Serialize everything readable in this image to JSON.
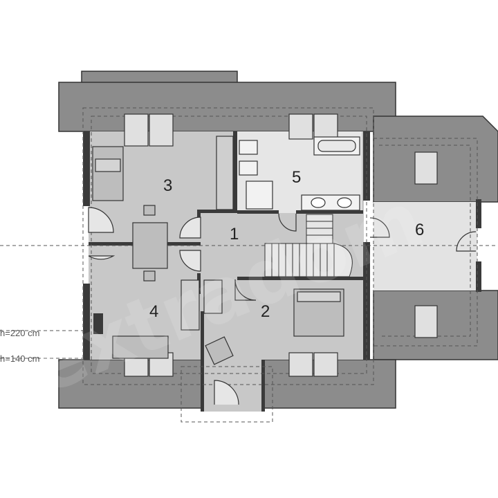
{
  "plan": {
    "rooms": [
      {
        "id": "room-1",
        "number": "1"
      },
      {
        "id": "room-2",
        "number": "2"
      },
      {
        "id": "room-3",
        "number": "3"
      },
      {
        "id": "room-4",
        "number": "4"
      },
      {
        "id": "room-5",
        "number": "5"
      },
      {
        "id": "room-6",
        "number": "6"
      }
    ],
    "height_labels": [
      "h=220 cm",
      "h=140 cm"
    ],
    "watermark": "extradom"
  },
  "colors": {
    "roof": "#8c8c8c",
    "roof_dark": "#6f6f6f",
    "floor": "#c8c8c8",
    "floor_light": "#e3e3e3",
    "wall": "#3a3a3a",
    "furniture": "#bdbdbd",
    "line": "#222222"
  }
}
